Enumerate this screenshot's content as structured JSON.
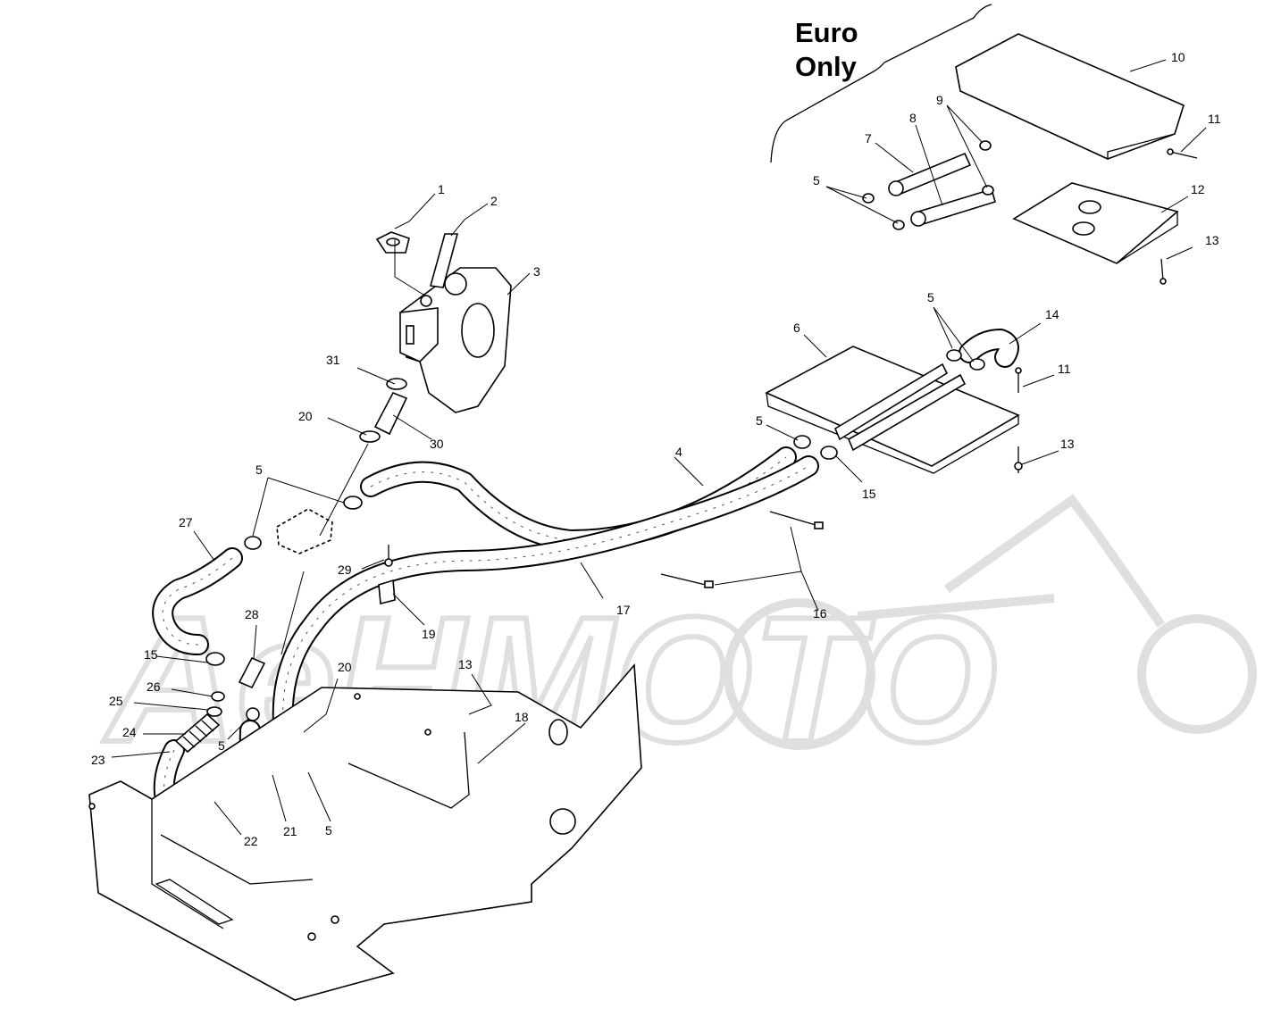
{
  "note": {
    "line1": "Euro",
    "line2": "Only"
  },
  "watermark": {
    "text": "AeHMOTO"
  },
  "callouts": [
    {
      "id": "c1",
      "text": "1"
    },
    {
      "id": "c2",
      "text": "2"
    },
    {
      "id": "c3",
      "text": "3"
    },
    {
      "id": "c4",
      "text": "4"
    },
    {
      "id": "c5a",
      "text": "5"
    },
    {
      "id": "c5b",
      "text": "5"
    },
    {
      "id": "c5c",
      "text": "5"
    },
    {
      "id": "c5d",
      "text": "5"
    },
    {
      "id": "c5e",
      "text": "5"
    },
    {
      "id": "c5f",
      "text": "5"
    },
    {
      "id": "c6",
      "text": "6"
    },
    {
      "id": "c7",
      "text": "7"
    },
    {
      "id": "c8",
      "text": "8"
    },
    {
      "id": "c9",
      "text": "9"
    },
    {
      "id": "c10",
      "text": "10"
    },
    {
      "id": "c11a",
      "text": "11"
    },
    {
      "id": "c11b",
      "text": "11"
    },
    {
      "id": "c12",
      "text": "12"
    },
    {
      "id": "c13a",
      "text": "13"
    },
    {
      "id": "c13b",
      "text": "13"
    },
    {
      "id": "c13c",
      "text": "13"
    },
    {
      "id": "c14",
      "text": "14"
    },
    {
      "id": "c15a",
      "text": "15"
    },
    {
      "id": "c15b",
      "text": "15"
    },
    {
      "id": "c16",
      "text": "16"
    },
    {
      "id": "c17",
      "text": "17"
    },
    {
      "id": "c18",
      "text": "18"
    },
    {
      "id": "c19",
      "text": "19"
    },
    {
      "id": "c20a",
      "text": "20"
    },
    {
      "id": "c20b",
      "text": "20"
    },
    {
      "id": "c21",
      "text": "21"
    },
    {
      "id": "c22",
      "text": "22"
    },
    {
      "id": "c23",
      "text": "23"
    },
    {
      "id": "c24",
      "text": "24"
    },
    {
      "id": "c25",
      "text": "25"
    },
    {
      "id": "c26",
      "text": "26"
    },
    {
      "id": "c27",
      "text": "27"
    },
    {
      "id": "c28",
      "text": "28"
    },
    {
      "id": "c29",
      "text": "29"
    },
    {
      "id": "c30",
      "text": "30"
    },
    {
      "id": "c31",
      "text": "31"
    }
  ]
}
